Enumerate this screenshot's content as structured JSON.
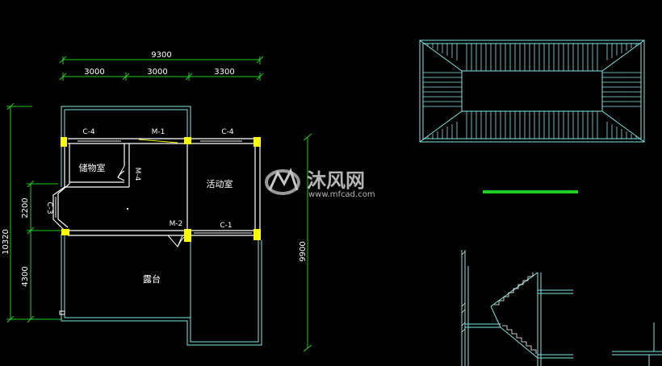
{
  "dimensions": {
    "overall_width": "9300",
    "segment_1": "3000",
    "segment_2": "3000",
    "segment_3": "3300",
    "left_total": "10320",
    "left_upper": "2200",
    "left_lower": "4300",
    "right_total": "9900"
  },
  "rooms": {
    "storage": "储物室",
    "activity": "活动室",
    "terrace": "露台"
  },
  "openings": {
    "c4_left": "C-4",
    "m1": "M-1",
    "c4_right": "C-4",
    "m4": "M-4",
    "c3": "C-3",
    "m2": "M-2",
    "c1": "C-1"
  },
  "watermark": {
    "brand": "沐风网",
    "url": "www.mfcad.com"
  },
  "colors": {
    "background": "#000000",
    "dimension_line": "#22cc22",
    "wall_outline": "#7fe8e8",
    "wall_fill": "#ffffff",
    "column": "#ffff00",
    "stair": "#7fe8e8",
    "grid_line": "#ffffff"
  }
}
